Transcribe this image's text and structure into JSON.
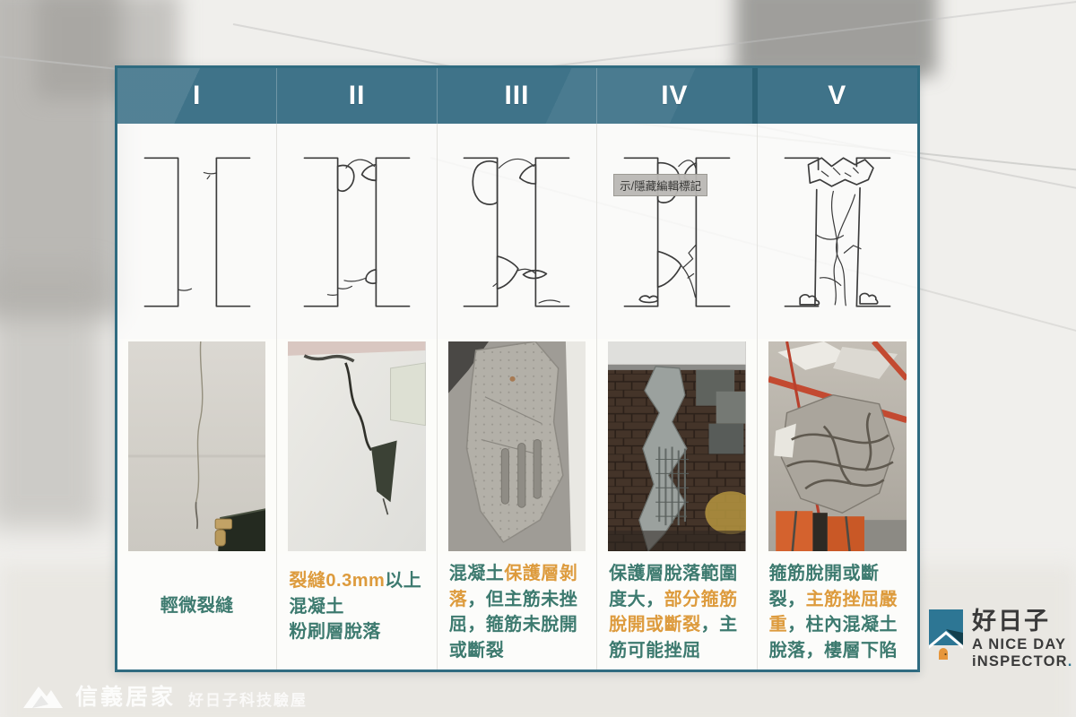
{
  "colors": {
    "header-teal": "#3f7389",
    "card-border": "#2f6b80",
    "teal-text": "#3d7a6f",
    "orange-text": "#dd9b3d",
    "logo-teal": "#2d7694",
    "logo-dark-teal": "#123f4d",
    "logo-text": "#3a3a3a",
    "door-orange": "#e6963b"
  },
  "table": {
    "tooltip": "示/隱藏編輯標記",
    "columns": [
      {
        "grade": "I",
        "desc": [
          {
            "t": "輕微裂縫",
            "c": "teal"
          }
        ]
      },
      {
        "grade": "II",
        "desc": [
          {
            "t": "裂縫0.3mm",
            "c": "orange"
          },
          {
            "t": "以上\n混凝土\n粉刷層脫落",
            "c": "teal"
          }
        ]
      },
      {
        "grade": "III",
        "desc": [
          {
            "t": "混凝土",
            "c": "teal"
          },
          {
            "t": "保護層剝落",
            "c": "orange"
          },
          {
            "t": "，但主筋未挫屈，箍筋未脫開或斷裂",
            "c": "teal"
          }
        ]
      },
      {
        "grade": "IV",
        "desc": [
          {
            "t": "保護層脫落範圍度大，",
            "c": "teal"
          },
          {
            "t": "部分箍筋脫開或斷裂",
            "c": "orange"
          },
          {
            "t": "，主筋可能挫屈",
            "c": "teal"
          }
        ]
      },
      {
        "grade": "V",
        "desc": [
          {
            "t": "箍筋脫開或斷裂，",
            "c": "teal"
          },
          {
            "t": "主筋挫屈嚴重",
            "c": "orange"
          },
          {
            "t": "，柱內混凝土脫落，樓層下陷",
            "c": "teal"
          }
        ]
      }
    ]
  },
  "brand_logo": {
    "icon": "house-bookmark-icon",
    "zh": "好日子",
    "en_line1": "A NICE DAY",
    "en_line2": "iNSPECTOR",
    "en_period": "."
  },
  "watermark": {
    "icon": "mountain-triangle-icon",
    "brand": "信義居家",
    "subtitle": "好日子科技驗屋"
  }
}
